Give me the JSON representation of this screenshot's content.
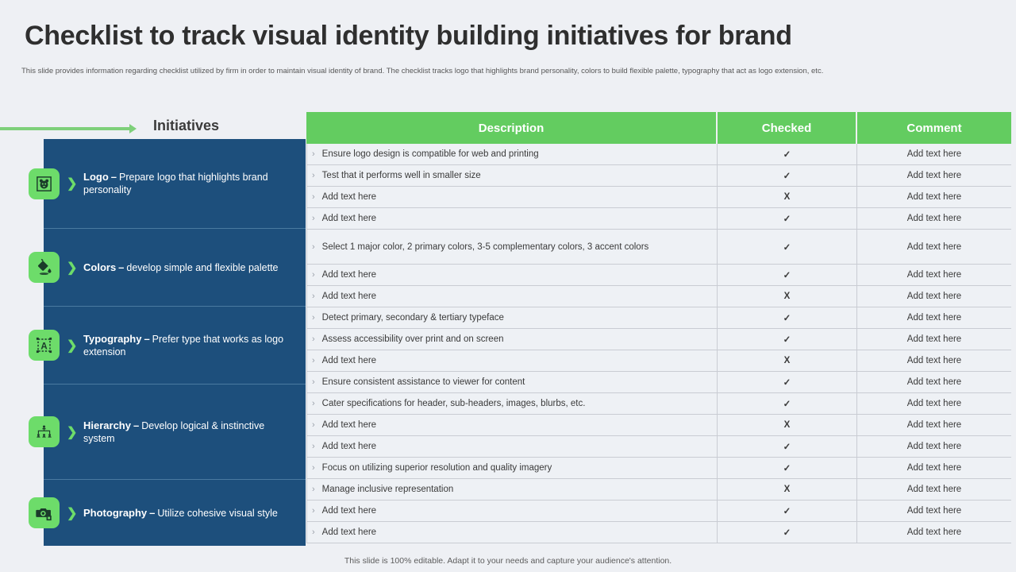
{
  "header": {
    "title": "Checklist to track visual identity building initiatives for brand",
    "subtitle": "This slide provides information regarding checklist utilized by firm in order to maintain visual identity of brand. The checklist tracks logo that highlights brand personality, colors to build flexible palette, typography that act as logo extension, etc."
  },
  "initiatives_header": {
    "label": "Initiatives"
  },
  "colors": {
    "accent_green": "#63cc60",
    "icon_green": "#6ddc6a",
    "panel_blue": "#1d4f7c",
    "background": "#eef0f4",
    "row_bg": "#eef1f5",
    "row_border": "#c9ccd3"
  },
  "initiatives": [
    {
      "icon": "logo-bounding-box-icon",
      "title": "Logo",
      "dash": "–",
      "desc": "Prepare logo that highlights brand personality",
      "chevron": "❯"
    },
    {
      "icon": "paint-bucket-icon",
      "title": "Colors",
      "dash": "–",
      "desc": "develop simple and flexible palette",
      "chevron": "❯"
    },
    {
      "icon": "typography-letter-a-icon",
      "title": "Typography",
      "dash": "–",
      "desc": "Prefer type that works as logo extension",
      "chevron": "❯"
    },
    {
      "icon": "hierarchy-org-chart-icon",
      "title": "Hierarchy",
      "dash": "–",
      "desc": "Develop logical & instinctive system",
      "chevron": "❯"
    },
    {
      "icon": "camera-photography-icon",
      "title": "Photography",
      "dash": "–",
      "desc": "Utilize cohesive visual style",
      "chevron": "❯"
    }
  ],
  "table": {
    "columns": {
      "description": "Description",
      "checked": "Checked",
      "comment": "Comment"
    },
    "bullet": "›",
    "mark_yes": "✓",
    "mark_no": "X",
    "rows": [
      {
        "description": "Ensure logo design is compatible for web and printing",
        "checked": "✓",
        "comment": "Add text here"
      },
      {
        "description": "Test that it performs well in smaller size",
        "checked": "✓",
        "comment": "Add text here"
      },
      {
        "description": "Add text here",
        "checked": "X",
        "comment": "Add text here"
      },
      {
        "description": "Add text here",
        "checked": "✓",
        "comment": "Add text here"
      },
      {
        "description": "Select 1 major color, 2 primary colors, 3-5 complementary colors, 3 accent colors",
        "checked": "✓",
        "comment": "Add text here"
      },
      {
        "description": "Add text here",
        "checked": "✓",
        "comment": "Add text here"
      },
      {
        "description": "Add text here",
        "checked": "X",
        "comment": "Add text here"
      },
      {
        "description": "Detect primary, secondary & tertiary typeface",
        "checked": "✓",
        "comment": "Add text here"
      },
      {
        "description": "Assess accessibility over print and on screen",
        "checked": "✓",
        "comment": "Add text here"
      },
      {
        "description": "Add text here",
        "checked": "X",
        "comment": "Add text here"
      },
      {
        "description": "Ensure consistent assistance to viewer for content",
        "checked": "✓",
        "comment": "Add text here"
      },
      {
        "description": "Cater specifications for header, sub-headers, images, blurbs, etc.",
        "checked": "✓",
        "comment": "Add text here"
      },
      {
        "description": "Add text here",
        "checked": "X",
        "comment": "Add text here"
      },
      {
        "description": "Add text here",
        "checked": "✓",
        "comment": "Add text here"
      },
      {
        "description": "Focus on utilizing superior resolution and quality imagery",
        "checked": "✓",
        "comment": "Add text here"
      },
      {
        "description": "Manage inclusive representation",
        "checked": "X",
        "comment": "Add text here"
      },
      {
        "description": "Add text here",
        "checked": "✓",
        "comment": "Add text here"
      },
      {
        "description": "Add text here",
        "checked": "✓",
        "comment": "Add text here"
      }
    ]
  },
  "footer": {
    "note": "This slide is 100% editable. Adapt it to your needs and capture your audience's attention."
  }
}
